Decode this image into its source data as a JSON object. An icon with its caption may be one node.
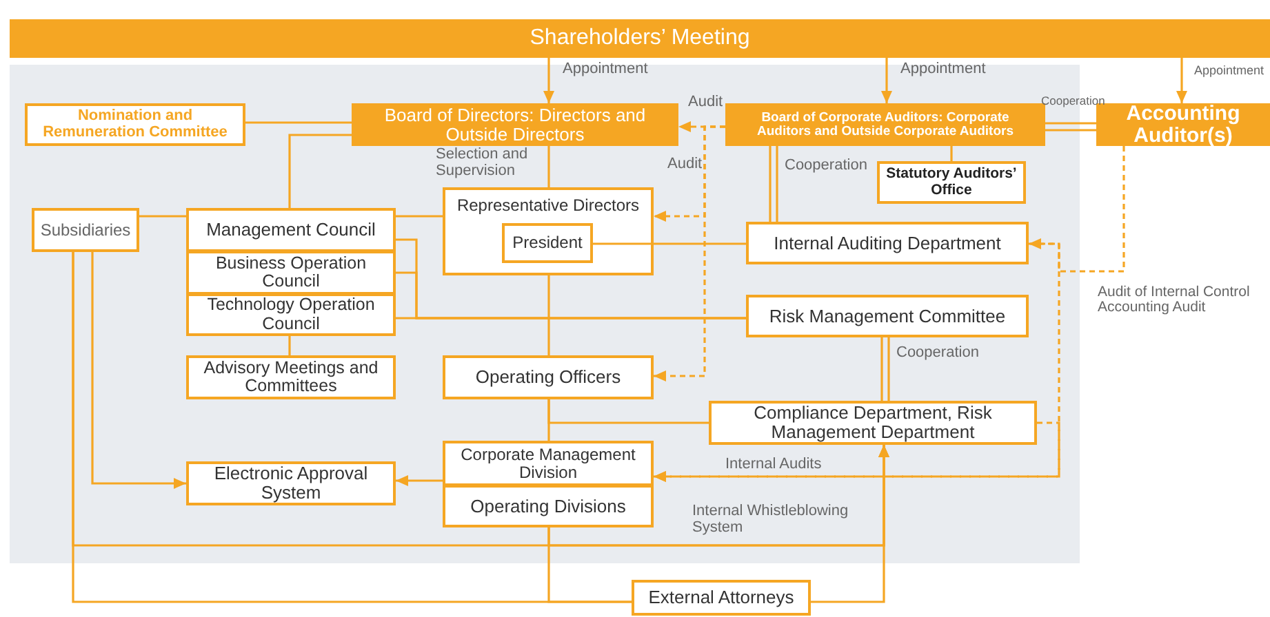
{
  "diagram": {
    "nodes": [
      {
        "text": [
          "Shareholders’ Meeting"
        ]
      },
      {
        "text": [
          "Nomination and Remuneration Committee"
        ]
      },
      {
        "text": [
          "Board of Directors: Directors and Outside Directors"
        ]
      },
      {
        "text": [
          "Board of Corporate Auditors: Corporate Auditors and Outside Corporate Auditors"
        ]
      },
      {
        "text": [
          "Accounting Auditor(s)"
        ]
      },
      {
        "text": [
          "Subsidiaries"
        ]
      },
      {
        "text": [
          "Management Council"
        ]
      },
      {
        "text": [
          "Business Operation Council"
        ]
      },
      {
        "text": [
          "Technology Operation Council"
        ]
      },
      {
        "text": [
          "Representative Directors"
        ]
      },
      {
        "text": [
          "President"
        ],
        "in": 9
      },
      {
        "text": [
          "Statutory Auditors’ Office"
        ]
      },
      {
        "text": [
          "Internal Auditing Department"
        ]
      },
      {
        "text": [
          "Risk Management Committee"
        ]
      },
      {
        "text": [
          "Advisory Meetings and Committees"
        ]
      },
      {
        "text": [
          "Operating Officers"
        ]
      },
      {
        "text": [
          "Compliance Department, Risk Management Department"
        ]
      },
      {
        "text": [
          "Corporate Management Division"
        ]
      },
      {
        "text": [
          "Operating Divisions"
        ]
      },
      {
        "text": [
          "Electronic Approval System"
        ]
      },
      {
        "text": [
          "External Attorneys"
        ]
      }
    ],
    "edges": [
      {
        "from": 0,
        "to": 2,
        "arrow": "to",
        "label": "Appointment"
      },
      {
        "from": 0,
        "to": 3,
        "arrow": "to",
        "label": "Appointment"
      },
      {
        "from": 0,
        "to": 4,
        "arrow": "to",
        "label": "Appointment"
      },
      {
        "from": 3,
        "to": 2,
        "arrow": "to",
        "style": "dashed",
        "label": "Audit"
      },
      {
        "from": 3,
        "to": 9,
        "arrow": "to",
        "style": "dashed",
        "label": "Audit"
      },
      {
        "from": 3,
        "to": 15,
        "arrow": "to",
        "style": "dashed"
      },
      {
        "from": 3,
        "to": 4,
        "arrow": "none",
        "label": "Cooperation"
      },
      {
        "from": 3,
        "to": 12,
        "arrow": "none",
        "label": "Cooperation"
      },
      {
        "from": 3,
        "to": 11,
        "arrow": "none"
      },
      {
        "from": 2,
        "to": 1,
        "arrow": "none"
      },
      {
        "from": 2,
        "to": 6,
        "arrow": "none"
      },
      {
        "from": 2,
        "to": 9,
        "arrow": "none",
        "label": "Selection and Supervision"
      },
      {
        "from": 5,
        "to": 6,
        "arrow": "none"
      },
      {
        "from": 6,
        "to": 9,
        "arrow": "none"
      },
      {
        "from": 6,
        "to": 13,
        "arrow": "none"
      },
      {
        "from": 7,
        "to": 13,
        "arrow": "none"
      },
      {
        "from": 8,
        "to": 13,
        "arrow": "none"
      },
      {
        "from": 10,
        "to": 12,
        "arrow": "none"
      },
      {
        "from": 8,
        "to": 14,
        "arrow": "none"
      },
      {
        "from": 9,
        "to": 15,
        "arrow": "none"
      },
      {
        "from": 15,
        "to": 17,
        "arrow": "none"
      },
      {
        "from": 15,
        "to": 16,
        "arrow": "none"
      },
      {
        "from": 13,
        "to": 16,
        "arrow": "none",
        "label": "Cooperation"
      },
      {
        "from": 4,
        "to": 12,
        "arrow": "to",
        "style": "dashed",
        "label": "Audit of Internal Control Accounting Audit"
      },
      {
        "from": 12,
        "to": 17,
        "arrow": "to",
        "style": "dashed",
        "label": "Internal Audits"
      },
      {
        "from": 16,
        "to": 17,
        "arrow": "to",
        "style": "dashed"
      },
      {
        "from": 17,
        "to": 19,
        "arrow": "to"
      },
      {
        "from": 5,
        "to": 19,
        "arrow": "to"
      },
      {
        "from": 5,
        "to": 16,
        "arrow": "to",
        "label": "Internal Whistleblowing System"
      },
      {
        "from": 18,
        "to": 16,
        "arrow": "to"
      },
      {
        "from": 20,
        "to": 16,
        "arrow": "to"
      },
      {
        "from": 5,
        "to": 20,
        "arrow": "none"
      },
      {
        "from": 18,
        "to": 20,
        "arrow": "none"
      }
    ]
  }
}
